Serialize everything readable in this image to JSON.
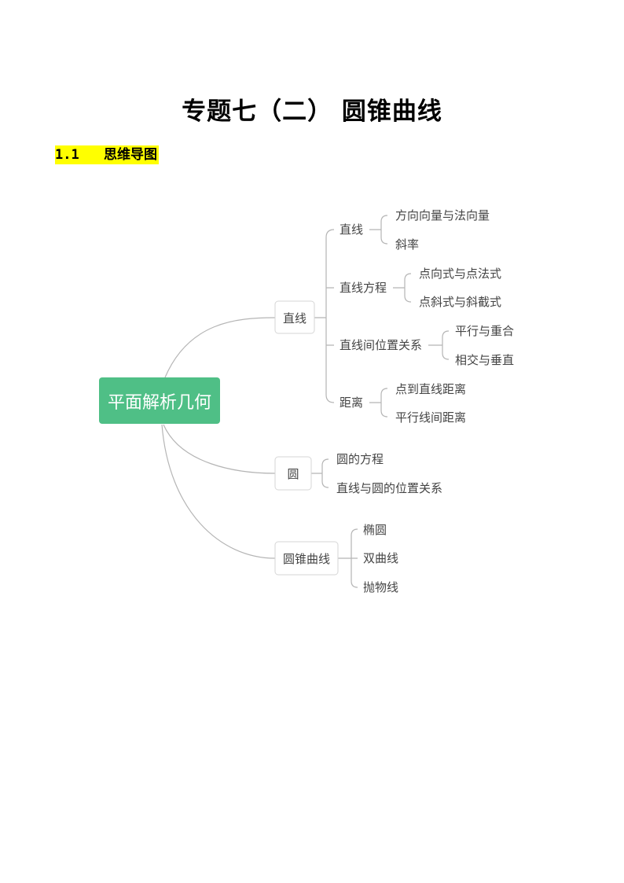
{
  "document": {
    "title": "专题七（二）  圆锥曲线",
    "section": {
      "number": "1.1",
      "title": "思维导图"
    }
  },
  "mindmap": {
    "root": "平面解析几何",
    "root_color": "#4fbf86",
    "branches": [
      {
        "label": "直线",
        "children": [
          {
            "label": "直线",
            "children": [
              "方向向量与法向量",
              "斜率"
            ]
          },
          {
            "label": "直线方程",
            "children": [
              "点向式与点法式",
              "点斜式与斜截式"
            ]
          },
          {
            "label": "直线间位置关系",
            "children": [
              "平行与重合",
              "相交与垂直"
            ]
          },
          {
            "label": "距离",
            "children": [
              "点到直线距离",
              "平行线间距离"
            ]
          }
        ]
      },
      {
        "label": "圆",
        "children": [
          {
            "label": "圆的方程",
            "children": []
          },
          {
            "label": "直线与圆的位置关系",
            "children": []
          }
        ]
      },
      {
        "label": "圆锥曲线",
        "children": [
          {
            "label": "椭圆",
            "children": []
          },
          {
            "label": "双曲线",
            "children": []
          },
          {
            "label": "抛物线",
            "children": []
          }
        ]
      }
    ]
  }
}
